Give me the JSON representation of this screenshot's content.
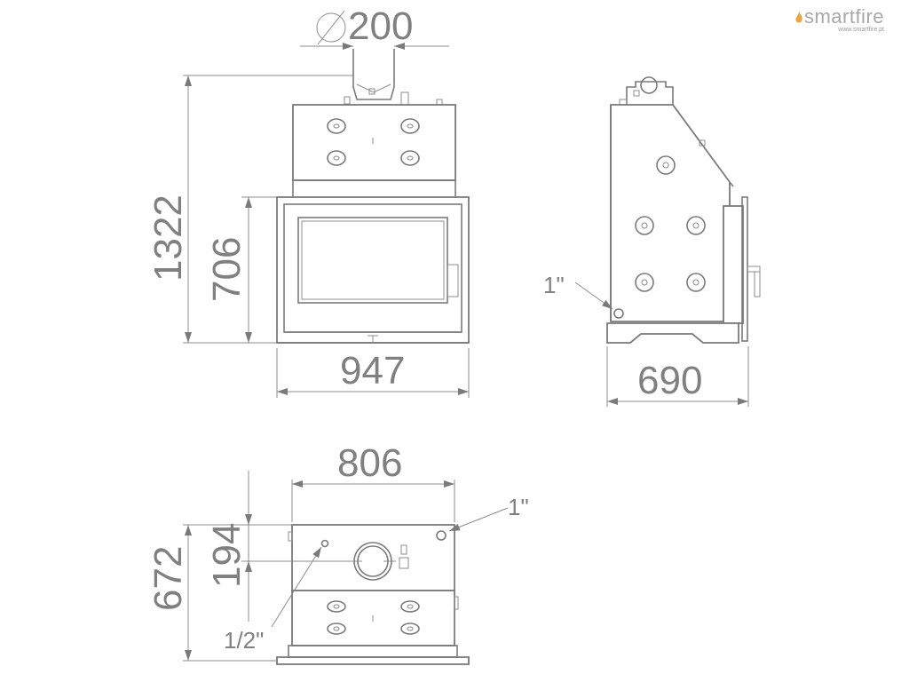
{
  "brand": {
    "name": "smartfire",
    "url": "www.smartfire.pt",
    "accent": "#f2a23a",
    "text_color": "#a8a8a8"
  },
  "colors": {
    "line": "#7a7a7a",
    "text": "#808080",
    "background": "#ffffff"
  },
  "dimensions": {
    "flue_diameter": "200",
    "total_height": "1322",
    "door_height": "706",
    "front_width": "947",
    "side_depth": "690",
    "top_width": "806",
    "top_depth": "672",
    "flue_offset": "194"
  },
  "callouts": {
    "side_connection": "1\"",
    "top_connection": "1\"",
    "top_small_connection": "1/2\""
  }
}
